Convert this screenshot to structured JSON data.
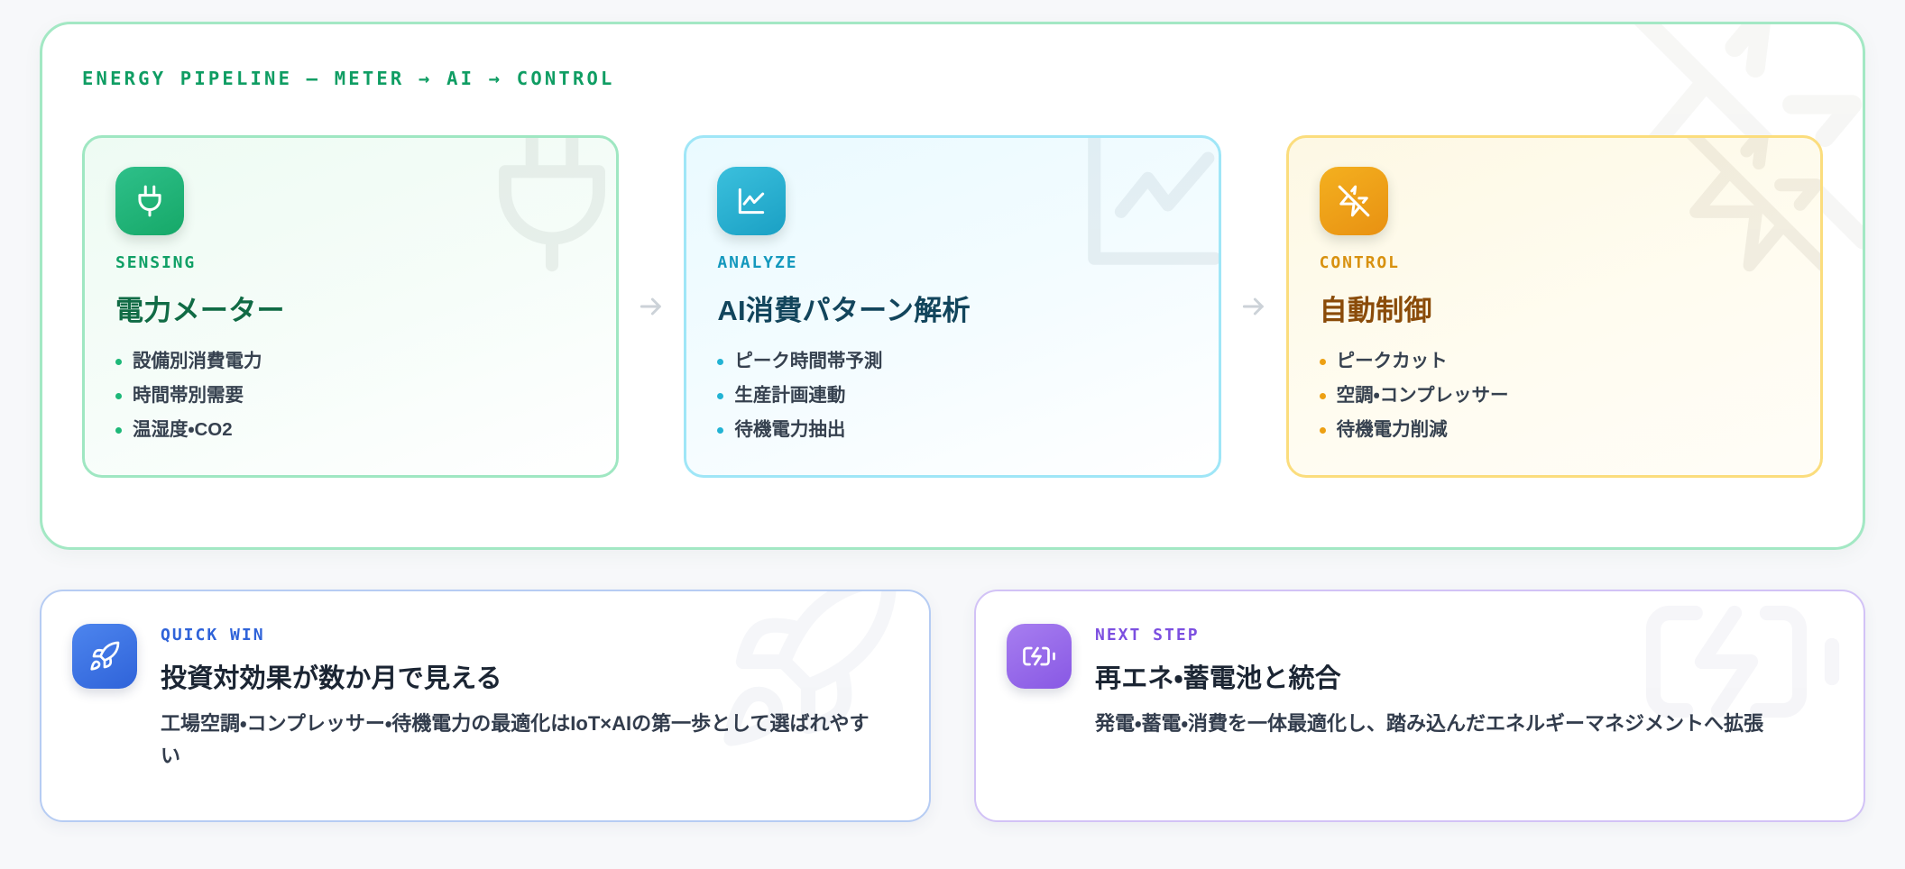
{
  "pipeline": {
    "eyebrow": "ENERGY PIPELINE — METER → AI → CONTROL",
    "arrow_glyph": "arrow-right-icon",
    "watermark_icon": "zap-off-icon",
    "stages": [
      {
        "eyebrow": "SENSING",
        "title": "電力メーター",
        "icon": "plug-icon",
        "accent": "#16a868",
        "bullets": [
          "設備別消費電力",
          "時間帯別需要",
          "温湿度・CO2"
        ]
      },
      {
        "eyebrow": "ANALYZE",
        "title": "AI消費パターン解析",
        "icon": "line-chart-icon",
        "accent": "#1aa0c4",
        "bullets": [
          "ピーク時間帯予測",
          "生産計画連動",
          "待機電力抽出"
        ]
      },
      {
        "eyebrow": "CONTROL",
        "title": "自動制御",
        "icon": "zap-off-icon",
        "accent": "#e89112",
        "bullets": [
          "ピークカット",
          "空調・コンプレッサー",
          "待機電力削減"
        ]
      }
    ]
  },
  "callouts": [
    {
      "eyebrow": "QUICK WIN",
      "title": "投資対効果が数か月で見える",
      "text": "工場空調・コンプレッサー・待機電力の最適化はIoT×AIの第一歩として選ばれやすい",
      "icon": "rocket-icon",
      "accent": "#2f63d9"
    },
    {
      "eyebrow": "NEXT STEP",
      "title": "再エネ・蓄電池と統合",
      "text": "発電・蓄電・消費を一体最適化し、踏み込んだエネルギーマネジメントへ拡張",
      "icon": "battery-charging-icon",
      "accent": "#8858e4"
    }
  ]
}
